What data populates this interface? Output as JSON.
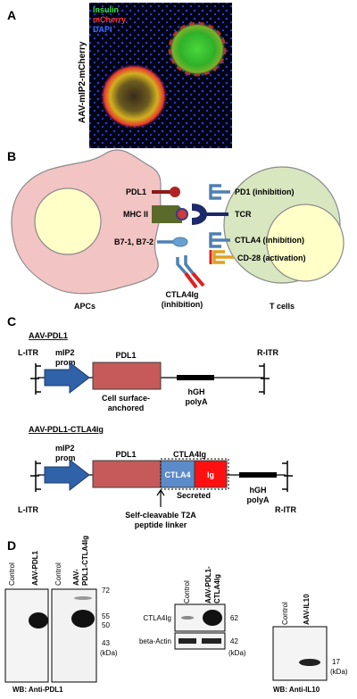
{
  "panelA": {
    "letter": "A",
    "vertical_label": "AAV-mIP2-mCherry",
    "legend": [
      {
        "text": "Insulin",
        "color": "#39e039"
      },
      {
        "text": "mCherry",
        "color": "#ff3030"
      },
      {
        "text": "DAPI",
        "color": "#3a6cff"
      }
    ]
  },
  "panelB": {
    "letter": "B",
    "apc_labels": [
      "PDL1",
      "MHC II",
      "B7-1, B7-2"
    ],
    "tcell_labels": [
      "PD1 (inhibition)",
      "TCR",
      "CTLA4 (inhibition)",
      "CD-28 (activation)"
    ],
    "ctla4ig_line1": "CTLA4Ig",
    "ctla4ig_line2": "(inhibition)",
    "apc_caption": "APCs",
    "tcell_caption": "T cells",
    "colors": {
      "apc": "#f3c4c4",
      "nucleus": "#ffffc8",
      "tcell": "#d8e7c0"
    }
  },
  "panelC": {
    "letter": "C",
    "construct1": {
      "title": "AAV-PDL1",
      "litr": "L-ITR",
      "ritr": "R-ITR",
      "prom_line1": "mIP2",
      "prom_line2": "prom",
      "gene": "PDL1",
      "gene_note_1": "Cell surface-",
      "gene_note_2": "anchored",
      "polya_1": "hGH",
      "polya_2": "polyA"
    },
    "construct2": {
      "title": "AAV-PDL1-CTLA4Ig",
      "litr": "L-ITR",
      "ritr": "R-ITR",
      "prom_line1": "mIP2",
      "prom_line2": "prom",
      "gene": "PDL1",
      "ctla4ig": "CTLA4Ig",
      "ctla4": "CTLA4",
      "ig": "Ig",
      "secreted": "Secreted",
      "polya_1": "hGH",
      "polya_2": "polyA",
      "t2a_1": "Self-cleavable T2A",
      "t2a_2": "peptide linker"
    }
  },
  "panelD": {
    "letter": "D",
    "blot1": {
      "lanes": [
        "Control",
        "AAV-PDL1"
      ],
      "lanes_b": [
        "Control",
        "AAV-",
        "PDL1-CTLA4Ig"
      ],
      "markers": [
        "72",
        "55",
        "50",
        "43"
      ],
      "unit": "(kDa)",
      "caption": "WB: Anti-PDL1"
    },
    "blot2": {
      "lanes": [
        "Control",
        "AAV-PDL1-",
        "CTLA4Ig"
      ],
      "rows": [
        "CTLA4Ig",
        "beta-Actin"
      ],
      "markers": [
        "62",
        "42"
      ],
      "unit": "(kDa)"
    },
    "blot3": {
      "lanes": [
        "Control",
        "AAV-IL10"
      ],
      "marker": "17",
      "unit": "(kDa)",
      "caption": "WB: Anti-IL10"
    }
  }
}
